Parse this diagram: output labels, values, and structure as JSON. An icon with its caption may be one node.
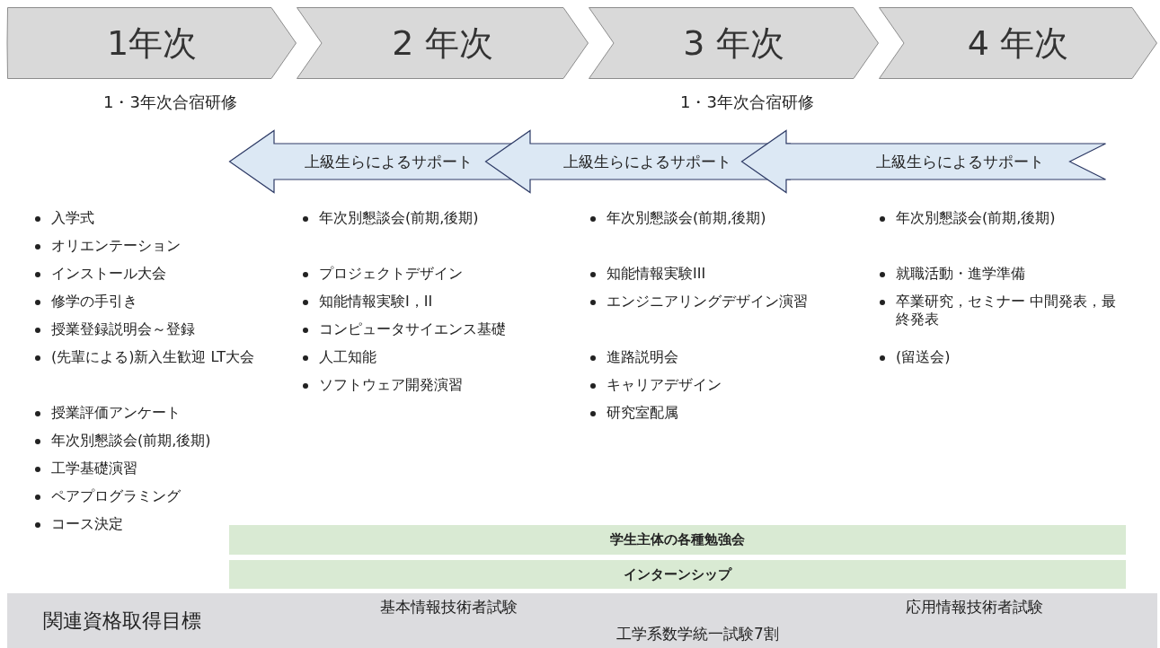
{
  "diagram": {
    "nodes": [
      {
        "text": [
          "1年次"
        ]
      },
      {
        "text": [
          "2 年次"
        ]
      },
      {
        "text": [
          "3 年次"
        ]
      },
      {
        "text": [
          "4 年次"
        ]
      },
      {
        "text": [
          "上級生らによるサポート"
        ]
      },
      {
        "text": [
          "上級生らによるサポート"
        ]
      },
      {
        "text": [
          "上級生らによるサポート"
        ]
      },
      {
        "text": [
          "学生主体の各種勉強会"
        ]
      },
      {
        "text": [
          "インターンシップ"
        ]
      },
      {
        "text": [
          "関連資格取得目標",
          "基本情報技術者試験",
          "工学系数学統一試験7割",
          "応用情報技術者試験"
        ]
      }
    ],
    "labels": [
      "1・3年次合宿研修",
      "1・3年次合宿研修",
      "入学式",
      "オリエンテーション",
      "インストール大会",
      "修学の手引き",
      "授業登録説明会～登録",
      "(先輩による)新入生歓迎 LT大会",
      "授業評価アンケート",
      "年次別懇談会(前期,後期)",
      "工学基礎演習",
      "ペアプログラミング",
      "コース決定",
      "年次別懇談会(前期,後期)",
      "プロジェクトデザイン",
      "知能情報実験I，II",
      "コンピュータサイエンス基礎",
      "人工知能",
      "ソフトウェア開発演習",
      "年次別懇談会(前期,後期)",
      "知能情報実験III",
      "エンジニアリングデザイン演習",
      "進路説明会",
      "キャリアデザイン",
      "研究室配属",
      "年次別懇談会(前期,後期)",
      "就職活動・進学準備",
      "卒業研究，セミナー 中間発表，最終発表",
      "(留送会)"
    ]
  }
}
